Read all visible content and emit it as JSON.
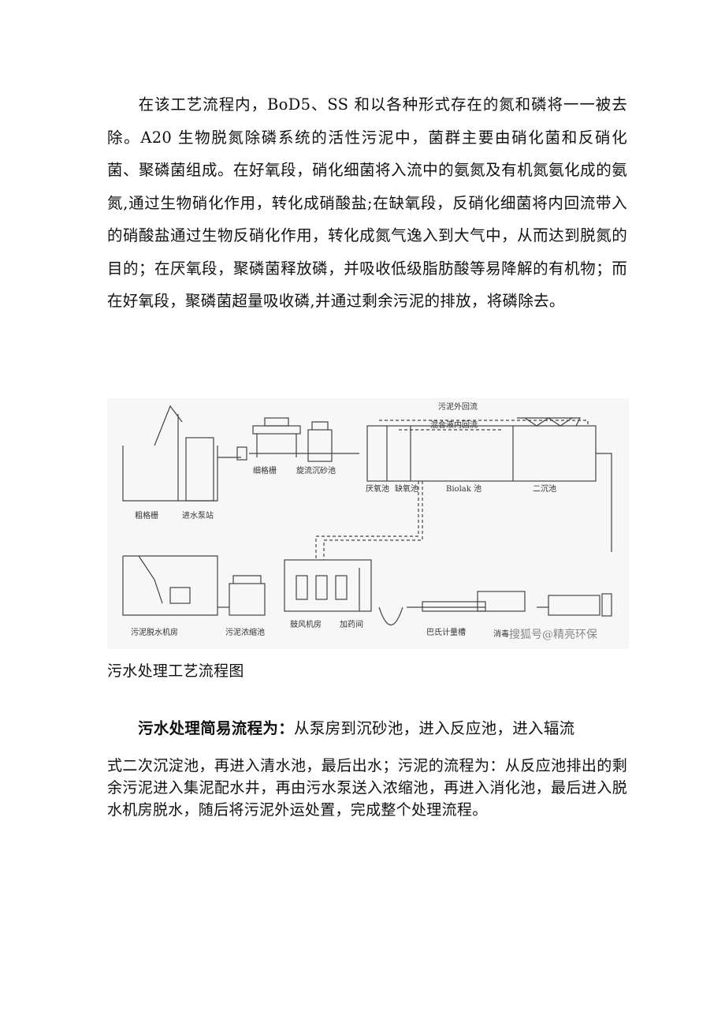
{
  "paragraph1": "在该工艺流程内，BoD5、SS 和以各种形式存在的氮和磷将一一被去除。A20 生物脱氮除磷系统的活性污泥中，菌群主要由硝化菌和反硝化菌、聚磷菌组成。在好氧段，硝化细菌将入流中的氨氮及有机氮氨化成的氨氮,通过生物硝化作用，转化成硝酸盐;在缺氧段，反硝化细菌将内回流带入的硝酸盐通过生物反硝化作用，转化成氮气逸入到大气中，从而达到脱氮的目的；在厌氧段，聚磷菌释放磷，并吸收低级脂肪酸等易降解的有机物；而在好氧段，聚磷菌超量吸收磷,并通过剩余污泥的排放，将磷除去。",
  "figure": {
    "labels": {
      "sludge_external_return": "污泥外回流",
      "mixed_internal_return": "混合液内回流",
      "fine_screen": "细格栅",
      "vortex_grit": "旋流沉砂池",
      "anaerobic": "厌氧池",
      "anoxic": "缺氧池",
      "biolak": "Biolak 池",
      "secondary": "二沉池",
      "coarse_screen": "粗格栅",
      "inlet_pump": "进水泵站",
      "dewatering": "污泥脱水机房",
      "thickener": "污泥浓缩池",
      "blower": "鼓风机房",
      "dosing": "加药间",
      "parshall": "巴氏计量槽",
      "disinfection": "消毒",
      "watermark": "搜狐号@精亮环保"
    }
  },
  "caption": "污水处理工艺流程图",
  "simple_heading": "污水处理简易流程为：",
  "simple_heading_rest": "从泵房到沉砂池，进入反应池，进入辐流",
  "paragraph2": "式二次沉淀池，再进入清水池，最后出水；污泥的流程为：从反应池排出的剩余污泥进入集泥配水井，再由污水泵送入浓缩池，再进入消化池，最后进入脱水机房脱水，随后将污泥外运处置，完成整个处理流程。"
}
